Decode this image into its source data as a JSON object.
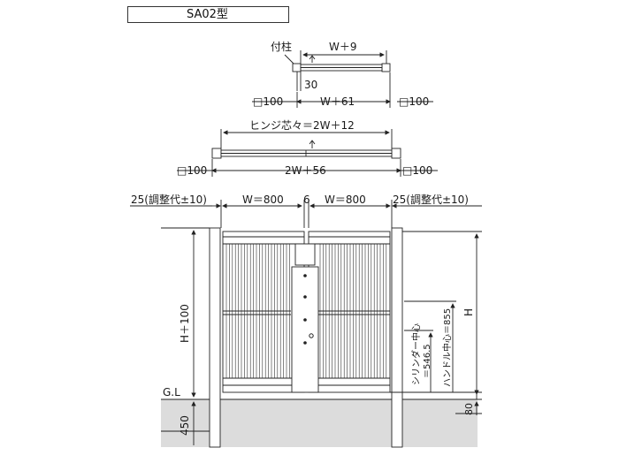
{
  "model_label": "SA02型",
  "plan1": {
    "post_label": "付柱",
    "width_label": "W＋9",
    "depth_label": "30",
    "post_left": "□100",
    "span_label": "W＋61",
    "post_right": "□100"
  },
  "plan2": {
    "hinge_label": "ヒンジ芯々＝2W＋12",
    "post_left": "□100",
    "span_label": "2W＋56",
    "post_right": "□100"
  },
  "elevation": {
    "left_adjust": "25(調整代±10)",
    "w_left": "W＝800",
    "gap": "6",
    "w_right": "W＝800",
    "right_adjust": "25(調整代±10)",
    "height_post": "H＋100",
    "height": "H",
    "ground": "G.L",
    "embed": "450",
    "clearance": "80",
    "cylinder": "シリンダー中心",
    "cylinder_val": "＝546.5",
    "handle": "ハンドル中心＝855"
  }
}
